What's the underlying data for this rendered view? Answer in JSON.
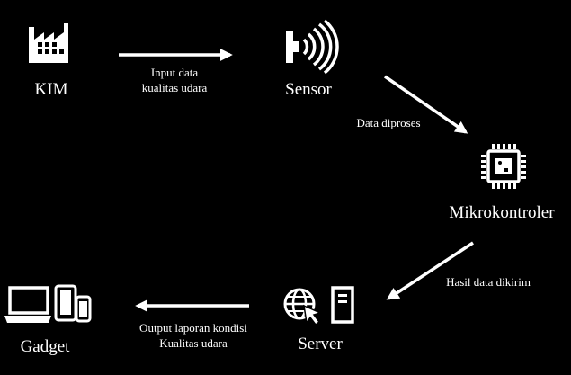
{
  "nodes": {
    "kim": {
      "label": "KIM",
      "icon": "factory-icon"
    },
    "sensor": {
      "label": "Sensor",
      "icon": "sensor-icon"
    },
    "mikrokontroler": {
      "label": "Mikrokontroler",
      "icon": "microchip-icon"
    },
    "server": {
      "label": "Server",
      "icon": "server-icon"
    },
    "gadget": {
      "label": "Gadget",
      "icon": "devices-icon"
    }
  },
  "edges": {
    "kim_to_sensor": {
      "line1": "Input data",
      "line2": "kualitas udara"
    },
    "sensor_to_mikro": {
      "line1": "Data diproses"
    },
    "mikro_to_server": {
      "line1": "Hasil data dikirim"
    },
    "server_to_gadget": {
      "line1": "Output laporan kondisi",
      "line2": "Kualitas udara"
    }
  },
  "colors": {
    "background": "#000000",
    "foreground": "#ffffff"
  }
}
